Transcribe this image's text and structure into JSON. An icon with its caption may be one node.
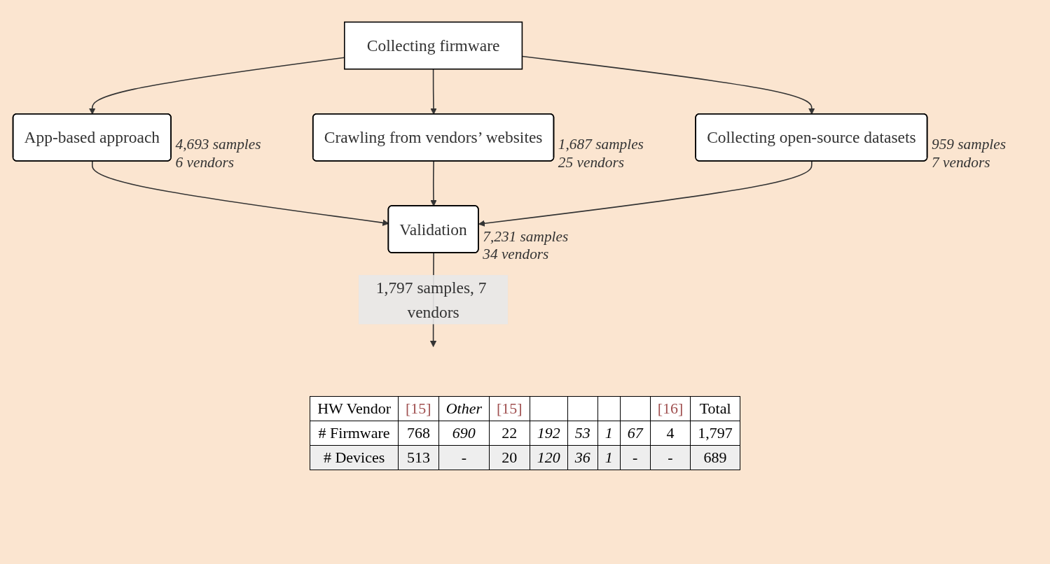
{
  "diagram": {
    "nodes": [
      {
        "text": [
          "Collecting firmware"
        ]
      },
      {
        "text": [
          "App-based approach"
        ],
        "beside": [
          "4,693 samples",
          "6 vendors"
        ]
      },
      {
        "text": [
          "Crawling from vendors’ websites"
        ],
        "beside": [
          "1,687 samples",
          "25 vendors"
        ]
      },
      {
        "text": [
          "Collecting open-source datasets"
        ],
        "beside": [
          "959 samples",
          "7 vendors"
        ]
      },
      {
        "text": [
          "Validation"
        ],
        "beside": [
          "7,231 samples",
          "34 vendors"
        ]
      }
    ],
    "edges": [
      {
        "from": 0,
        "to": 1,
        "arrow": "to"
      },
      {
        "from": 0,
        "to": 2,
        "arrow": "to"
      },
      {
        "from": 0,
        "to": 3,
        "arrow": "to"
      },
      {
        "from": 1,
        "to": 4,
        "arrow": "to"
      },
      {
        "from": 2,
        "to": 4,
        "arrow": "to"
      },
      {
        "from": 3,
        "to": 4,
        "arrow": "to"
      },
      {
        "from": 4,
        "to": null,
        "arrow": "to",
        "label": "1,797 samples, 7 vendors"
      }
    ],
    "labels": [
      "HW Vendor",
      "[15]",
      "Other",
      "[15]",
      "[16]",
      "Total",
      "# Firmware",
      "768",
      "690",
      "22",
      "192",
      "53",
      "1",
      "67",
      "4",
      "1,797",
      "# Devices",
      "513",
      "-",
      "20",
      "120",
      "36",
      "1",
      "-",
      "-",
      "689"
    ]
  }
}
